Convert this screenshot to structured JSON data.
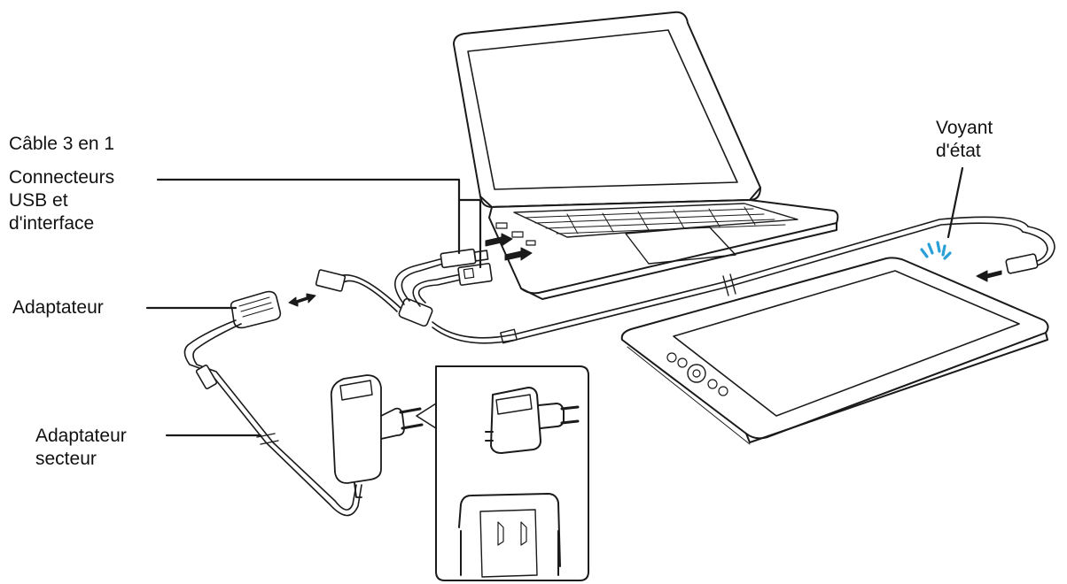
{
  "labels": {
    "cable_3in1": "Câble 3 en 1",
    "connectors": [
      "Connecteurs",
      "USB et",
      "d'interface"
    ],
    "adapter": "Adaptateur",
    "power_adapter": [
      "Adaptateur",
      "secteur"
    ],
    "status_led": [
      "Voyant",
      "d'état"
    ]
  },
  "colors": {
    "line": "#1a1a1a",
    "status_led": "#2aa0d8"
  }
}
